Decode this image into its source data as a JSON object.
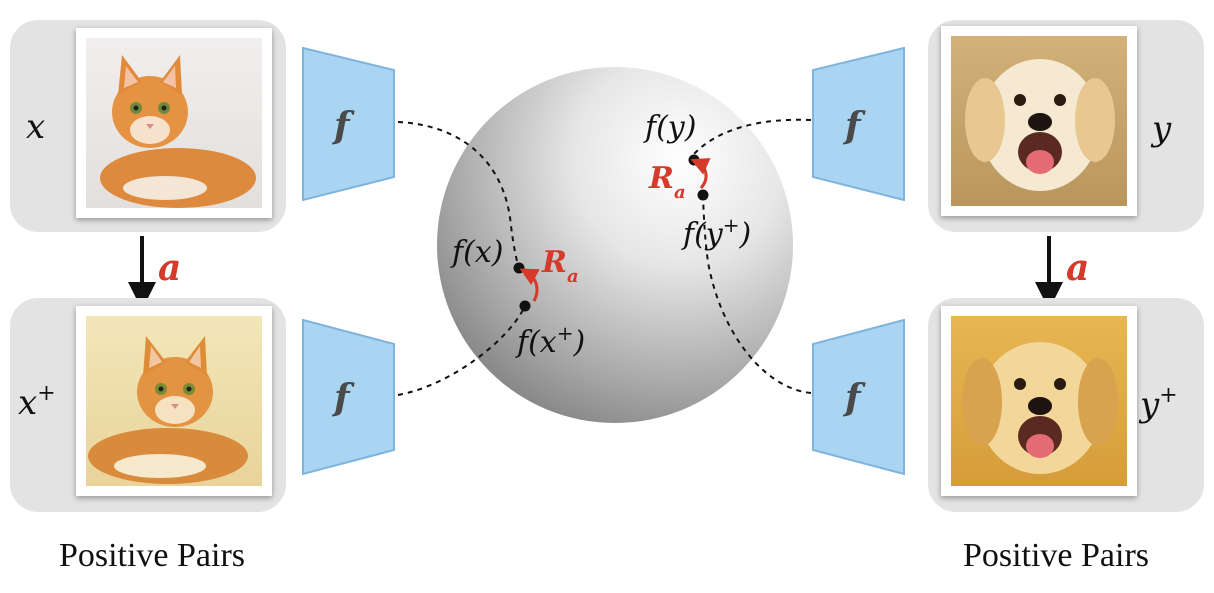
{
  "left": {
    "anchor_label": "x",
    "positive_label_base": "x",
    "positive_label_sup": "+",
    "augmentation_label": "a",
    "encoder_label": "f",
    "caption": "Positive Pairs",
    "anchor_image": "cat-photo",
    "positive_image": "cat-photo-augmented"
  },
  "right": {
    "anchor_label": "y",
    "positive_label_base": "y",
    "positive_label_sup": "+",
    "augmentation_label": "a",
    "encoder_label": "f",
    "caption": "Positive Pairs",
    "anchor_image": "dog-photo",
    "positive_image": "dog-photo-augmented"
  },
  "sphere": {
    "fx": "f(x)",
    "fx_plus_base": "f(x",
    "fx_plus_sup": "+",
    "fx_plus_end": ")",
    "fy": "f(y)",
    "fy_plus_base": "f(y",
    "fy_plus_sup": "+",
    "fy_plus_end": ")",
    "rotation_base": "R",
    "rotation_sub": "a"
  },
  "colors": {
    "accent_red": "#d63a2a",
    "encoder_blue": "#a9d4f2",
    "card_gray": "#e3e3e3"
  }
}
